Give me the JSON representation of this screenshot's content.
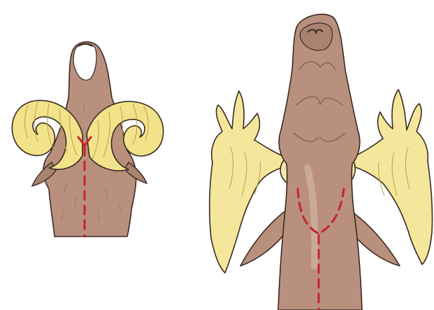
{
  "illustration": {
    "panels": [
      {
        "subject": "ram-head",
        "horn_type": "curled"
      },
      {
        "subject": "moose-head",
        "horn_type": "palmate-antlers"
      }
    ],
    "colors": {
      "background": "#ffffff",
      "hide": "#b9907d",
      "hide_dark": "#9c7564",
      "hide_light": "#d9c2b6",
      "horn": "#f2e38a",
      "horn_light": "#faf3c4",
      "outline": "#3a2a22",
      "cut_line": "#c8232c"
    }
  }
}
